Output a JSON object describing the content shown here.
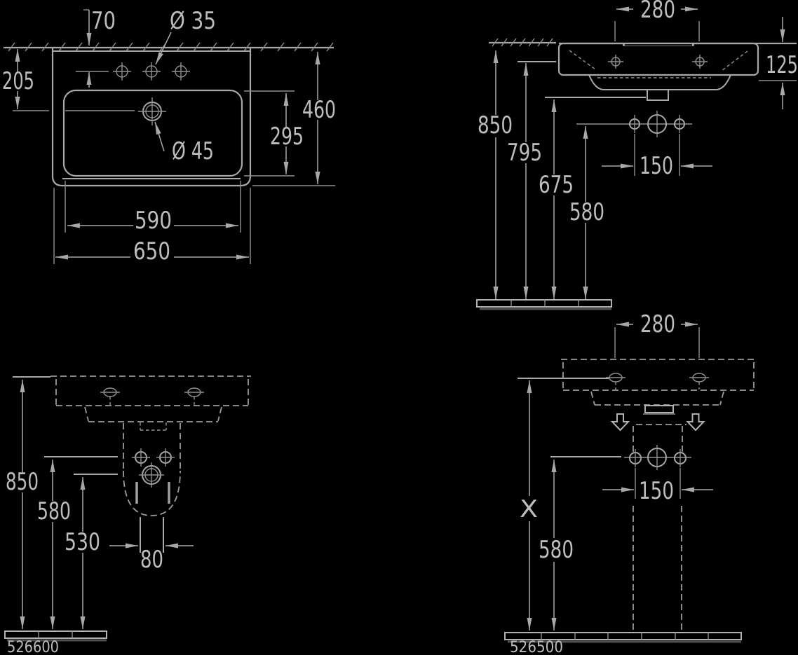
{
  "drawing": {
    "colors": {
      "background": "#000000",
      "line": "#a8a8a8",
      "text": "#bdbdbd"
    },
    "views": {
      "plan": {
        "dims": {
          "tap_hole_offset": "70",
          "tap_hole_diameter": "Ø 35",
          "drain_offset": "205",
          "overall_depth": "460",
          "bowl_depth": "295",
          "drain_diameter": "Ø 45",
          "bowl_width": "590",
          "overall_width": "650"
        }
      },
      "side": {
        "dims": {
          "fixing_hole_spacing": "280",
          "rim_height": "125",
          "height_rim_top": "850",
          "height_rim_underside": "795",
          "height_drain_outlet": "675",
          "height_supply": "580",
          "supply_spacing": "150"
        }
      },
      "front_siphon": {
        "article_number": "526600",
        "dims": {
          "height_rim_top": "850",
          "height_supply": "580",
          "height_drain": "530",
          "drain_pipe_width": "80"
        }
      },
      "front_pedestal": {
        "article_number": "526500",
        "dims": {
          "fixing_hole_spacing": "280",
          "height_variable": "X",
          "height_supply": "580",
          "supply_spacing": "150"
        }
      }
    }
  }
}
